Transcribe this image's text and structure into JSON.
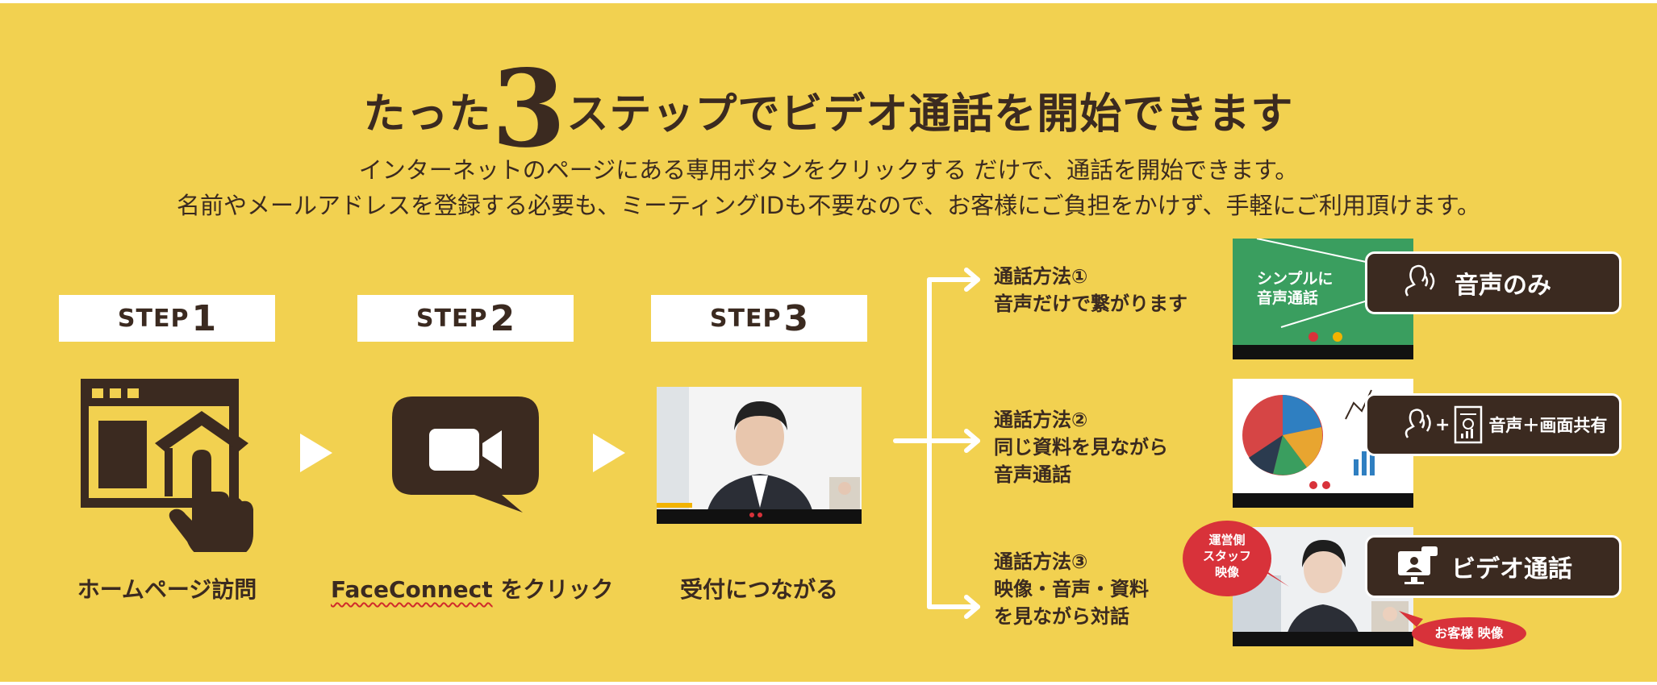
{
  "title": {
    "pre": "たった",
    "number": "3",
    "post": "ステップでビデオ通話を開始できます"
  },
  "subtitle": {
    "line1": "インターネットのページにある専用ボタンをクリックする だけで、通話を開始できます。",
    "line2": "名前やメールアドレスを登録する必要も、ミーティングIDも不要なので、お客様にご負担をかけず、手軽にご利用頂けます。"
  },
  "steps": [
    {
      "word": "STEP",
      "num": "1",
      "caption": "ホームページ訪問"
    },
    {
      "word": "STEP",
      "num": "2",
      "caption_brand": "FaceConnect",
      "caption": " をクリック"
    },
    {
      "word": "STEP",
      "num": "3",
      "caption": "受付につながる"
    }
  ],
  "methods": [
    {
      "title": "通話方法①",
      "desc1": "音声だけで繋がります",
      "desc2": "",
      "pill": "音声のみ",
      "slide_line1": "シンプルに",
      "slide_line2": "音声通話"
    },
    {
      "title": "通話方法②",
      "desc1": "同じ資料を見ながら",
      "desc2": "音声通話",
      "pill": "音声＋画面共有",
      "plus": "+"
    },
    {
      "title": "通話方法③",
      "desc1": "映像・音声・資料",
      "desc2": "を見ながら対話",
      "pill": "ビデオ通話",
      "bubble_staff": "運営側\nスタッフ\n映像",
      "bubble_customer": "お客様 映像"
    }
  ],
  "colors": {
    "background": "#f2d150",
    "dark": "#3b2a20",
    "accent_red": "#d8323a",
    "slide_green": "#3a9e5f"
  },
  "icons": [
    "house-hand-icon",
    "video-chat-bubble-icon",
    "ear-sound-icon",
    "document-icon",
    "monitor-person-icon"
  ]
}
